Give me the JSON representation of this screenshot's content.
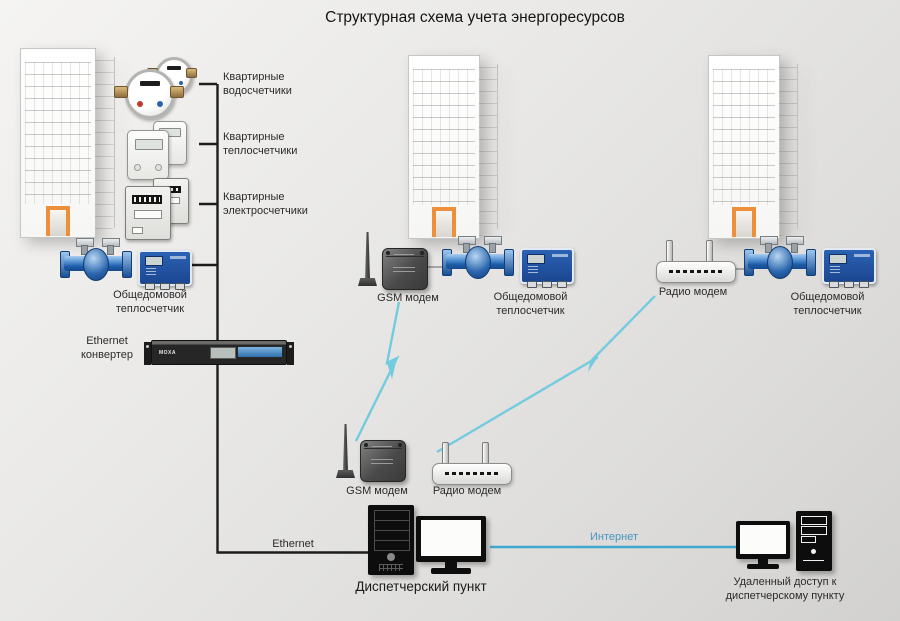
{
  "title": "Структурная схема учета энергоресурсов",
  "colors": {
    "wired_line": "#1c1c1c",
    "wireless_link": "#74cbdf",
    "internet_line": "#3fa8d0",
    "internet_text": "#4596c0",
    "door_orange": "#ee8f3c",
    "meter_blue": "#1d4f9e"
  },
  "left_building": {
    "meter_labels": [
      "Квартирные водосчетчики",
      "Квартирные теплосчетчики",
      "Квартирные электросчетчики"
    ],
    "heat_meter_label": "Общедомовой теплосчетчик",
    "converter_label": "Ethernet конвертер",
    "converter_brand": "MOXA"
  },
  "middle_building": {
    "modem_label": "GSM модем",
    "heat_meter_label": "Общедомовой теплосчетчик"
  },
  "right_building": {
    "modem_label": "Радио модем",
    "heat_meter_label": "Общедомовой теплосчетчик"
  },
  "dispatcher": {
    "gsm_modem_label": "GSM модем",
    "radio_modem_label": "Радио модем",
    "ethernet_label": "Ethernet",
    "label": "Диспетчерский пункт"
  },
  "remote": {
    "internet_label": "Интернет",
    "label": "Удаленный доступ к диспетчерскому пункту"
  }
}
